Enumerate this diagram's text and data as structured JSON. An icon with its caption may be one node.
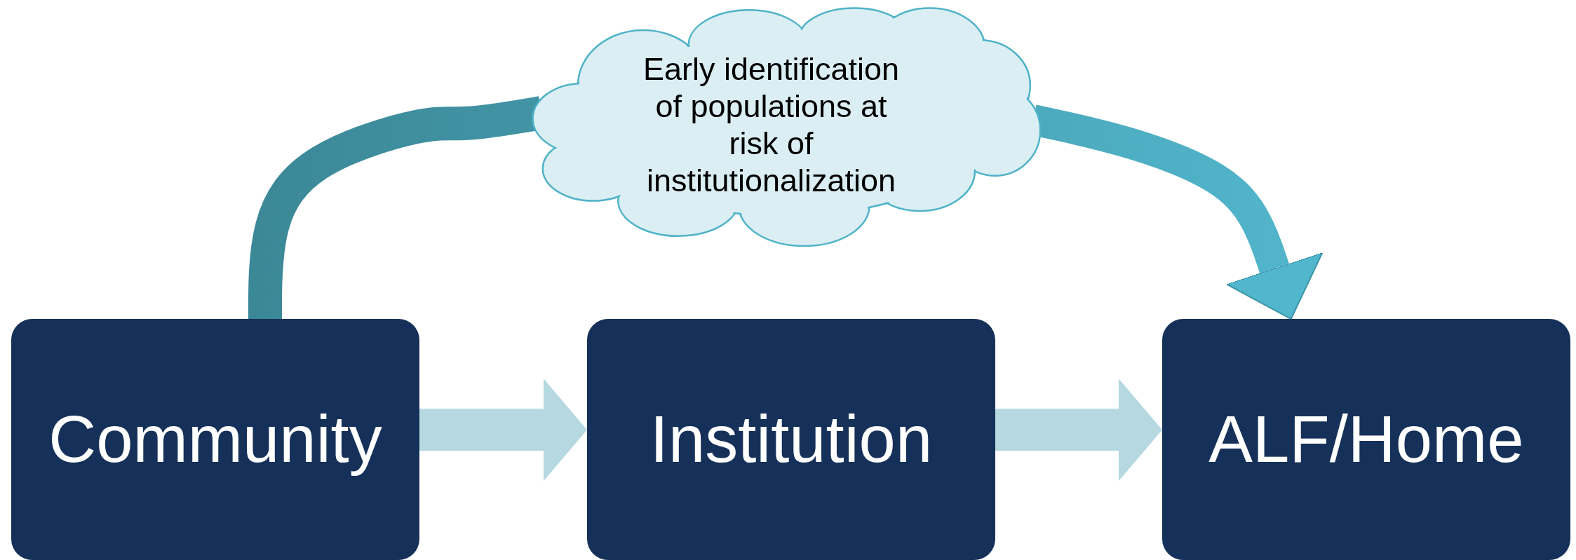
{
  "diagram": {
    "nodes": [
      {
        "text": [
          "Community"
        ]
      },
      {
        "text": [
          "Institution"
        ]
      },
      {
        "text": [
          "ALF/Home"
        ]
      },
      {
        "text": [
          "Early identification of populations at risk of institutionalization"
        ]
      }
    ],
    "edges": [
      {
        "from": 0,
        "to": 1,
        "arrow": "to",
        "color": "#b5d8e1"
      },
      {
        "from": 1,
        "to": 2,
        "arrow": "to",
        "color": "#b5d8e1"
      },
      {
        "from": 0,
        "to": 3,
        "arrow": "none"
      },
      {
        "from": 3,
        "to": 2,
        "arrow": "to"
      }
    ]
  }
}
